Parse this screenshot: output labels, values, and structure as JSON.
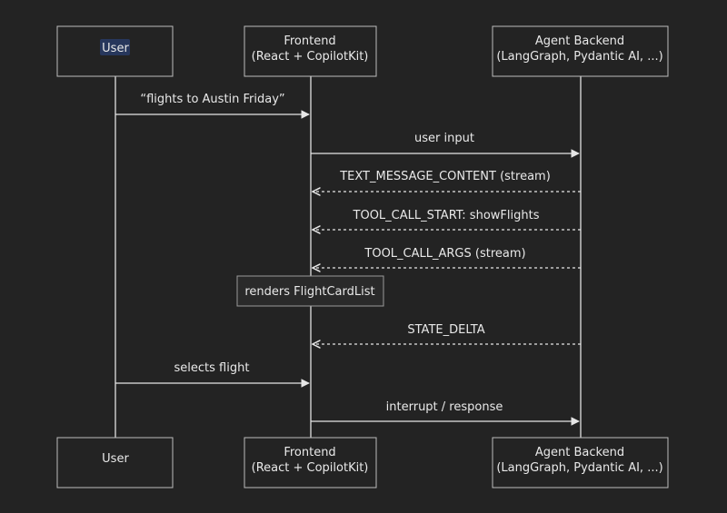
{
  "participants": {
    "user": {
      "name": "User"
    },
    "frontend": {
      "line1": "Frontend",
      "line2": "(React + CopilotKit)"
    },
    "backend": {
      "line1": "Agent Backend",
      "line2": "(LangGraph, Pydantic AI, ...)"
    }
  },
  "messages": {
    "m1": "“flights to Austin Friday”",
    "m2": "user input",
    "m3": "TEXT_MESSAGE_CONTENT (stream)",
    "m4": "TOOL_CALL_START: showFlights",
    "m5": "TOOL_CALL_ARGS (stream)",
    "note": "renders FlightCardList",
    "m6": "STATE_DELTA",
    "m7": "selects flight",
    "m8": "interrupt / response"
  }
}
